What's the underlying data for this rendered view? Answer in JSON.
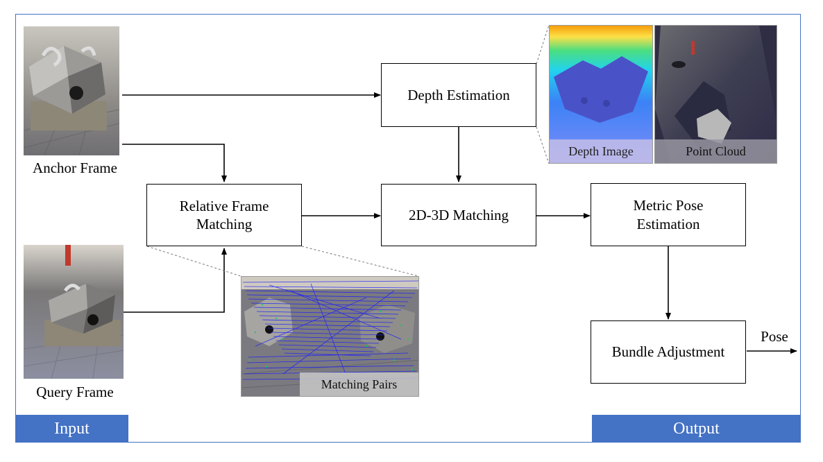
{
  "boxes": {
    "depth_estimation": "Depth Estimation",
    "relative_frame_matching_line1": "Relative Frame",
    "relative_frame_matching_line2": "Matching",
    "matching_2d3d": "2D-3D Matching",
    "metric_pose_line1": "Metric Pose",
    "metric_pose_line2": "Estimation",
    "bundle_adjustment": "Bundle Adjustment"
  },
  "frames": {
    "anchor": "Anchor Frame",
    "query": "Query Frame"
  },
  "images": {
    "depth_image": "Depth Image",
    "point_cloud": "Point Cloud",
    "matching_pairs": "Matching Pairs"
  },
  "output_label": "Pose",
  "tabs": {
    "input": "Input",
    "output": "Output"
  },
  "colors": {
    "accent": "#4472c4",
    "match_lines": "#1a1aff",
    "match_points": "#22c55e"
  }
}
